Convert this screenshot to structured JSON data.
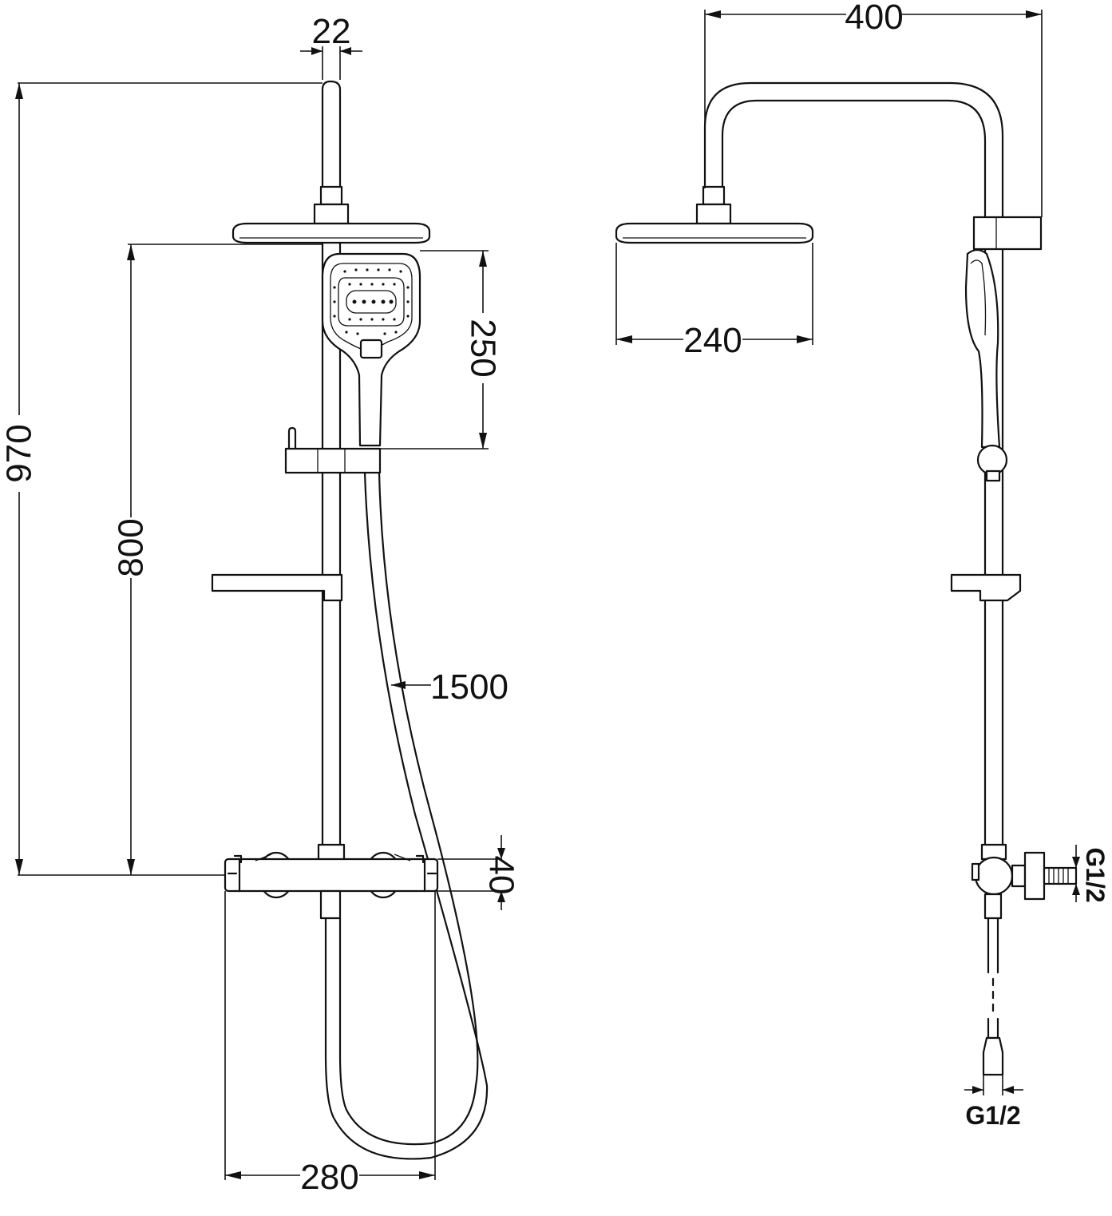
{
  "dimensions": {
    "rail_diameter": "22",
    "overhead_reach": "400",
    "total_height": "970",
    "rail_height": "800",
    "hand_shower_length": "250",
    "head_diameter": "240",
    "hose_length": "1500",
    "valve_height": "40",
    "valve_spacing": "280",
    "inlet_thread": "G1/2",
    "outlet_thread": "G1/2"
  }
}
